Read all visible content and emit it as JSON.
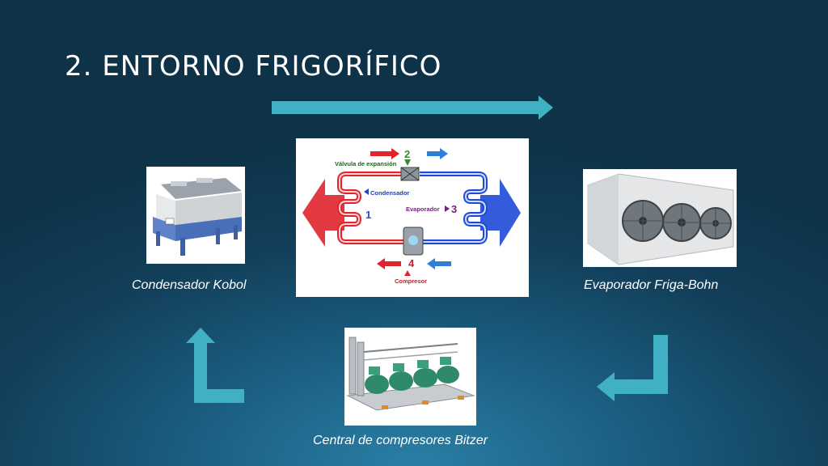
{
  "slide": {
    "title": "2. ENTORNO FRIGORÍFICO"
  },
  "captions": {
    "condenser": "Condensador Kobol",
    "evaporator": "Evaporador Friga-Bohn",
    "compressors": "Central de compresores Bitzer"
  },
  "diagram": {
    "expansion_valve": "Válvula de expansión",
    "condenser": "Condensador",
    "evaporator": "Evaporador",
    "compressor": "Compresor",
    "step_1": "1",
    "step_2": "2",
    "step_3": "3",
    "step_4": "4"
  },
  "colors": {
    "arrow": "#3fb1c2",
    "hot": "#e0242c",
    "cold": "#1d49d8",
    "step_green": "#2f8f2f",
    "step_purple": "#7a1f7a"
  }
}
